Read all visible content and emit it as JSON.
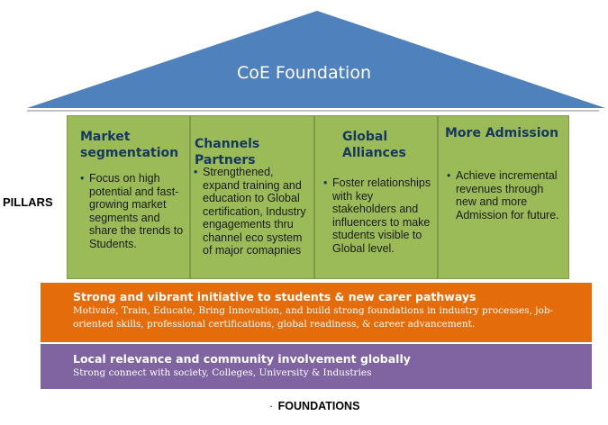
{
  "roof": {
    "title": "CoE Foundation"
  },
  "pillars_label": "PILLARS",
  "pillars": [
    {
      "title": "Market segmentation",
      "text": "Focus on high potential and fast-growing market segments and share the trends to Students."
    },
    {
      "title": "Channels Partners",
      "text": "Strengthened, expand training and education to Global certification, Industry engagements thru channel eco system of major comapnies"
    },
    {
      "title": "Global Alliances",
      "text": "Foster relationships with key stakeholders and influencers to make students visible to Global level."
    },
    {
      "title": "More Admission",
      "text": "Achieve incremental revenues through new  and more Admission for future."
    }
  ],
  "foundations": [
    {
      "title": "Strong and vibrant initiative to students & new carer pathways",
      "text": "Motivate, Train, Educate, Bring Innovation, and build strong foundations in industry processes, job-oriented skills, professional certifications, global readiness, & career advancement."
    },
    {
      "title": "Local relevance and community involvement globally",
      "text": "Strong connect with society, Colleges, University & Industries"
    }
  ],
  "foundations_label": "FOUNDATIONS",
  "colors": {
    "roof": "#4f81bd",
    "pillar": "#9bbb59",
    "orange": "#e46c0a",
    "purple": "#8064a2",
    "title_text": "#17375e"
  }
}
